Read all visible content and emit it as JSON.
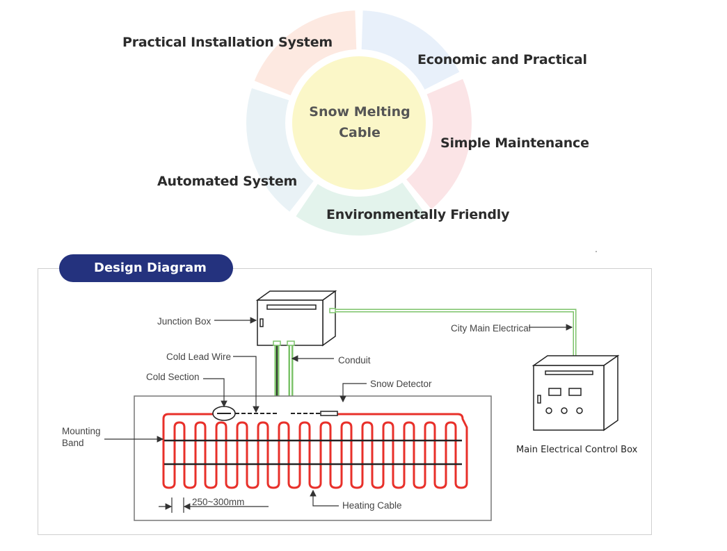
{
  "wheel": {
    "center": [
      "Snow Melting",
      "Cable"
    ],
    "features": {
      "installation": "Practical Installation System",
      "economic": "Economic and Practical",
      "maintenance": "Simple Maintenance",
      "environment": "Environmentally Friendly",
      "automated": "Automated System"
    },
    "colors": {
      "top_left": "#fde9e1",
      "top_right": "#e8f0fa",
      "right": "#fbe4e6",
      "bottom": "#e3f3ec",
      "left": "#e9f2f6",
      "center": "#fbf7c8"
    }
  },
  "diagram": {
    "title": "Design Diagram",
    "labels": {
      "junction_box": "Junction Box",
      "city_main": "City Main Electrical",
      "cold_lead": "Cold Lead Wire",
      "conduit": "Conduit",
      "cold_section": "Cold Section",
      "snow_detector": "Snow Detector",
      "mounting_band": [
        "Mounting",
        "Band"
      ],
      "spacing": "250~300mm",
      "heating_cable": "Heating Cable",
      "control_box": "Main Electrical Control Box"
    },
    "colors": {
      "heating_cable": "#e8302a",
      "conduit": "#7cc36a",
      "detector": "#35b4d9",
      "title_pill": "#24327e"
    }
  }
}
